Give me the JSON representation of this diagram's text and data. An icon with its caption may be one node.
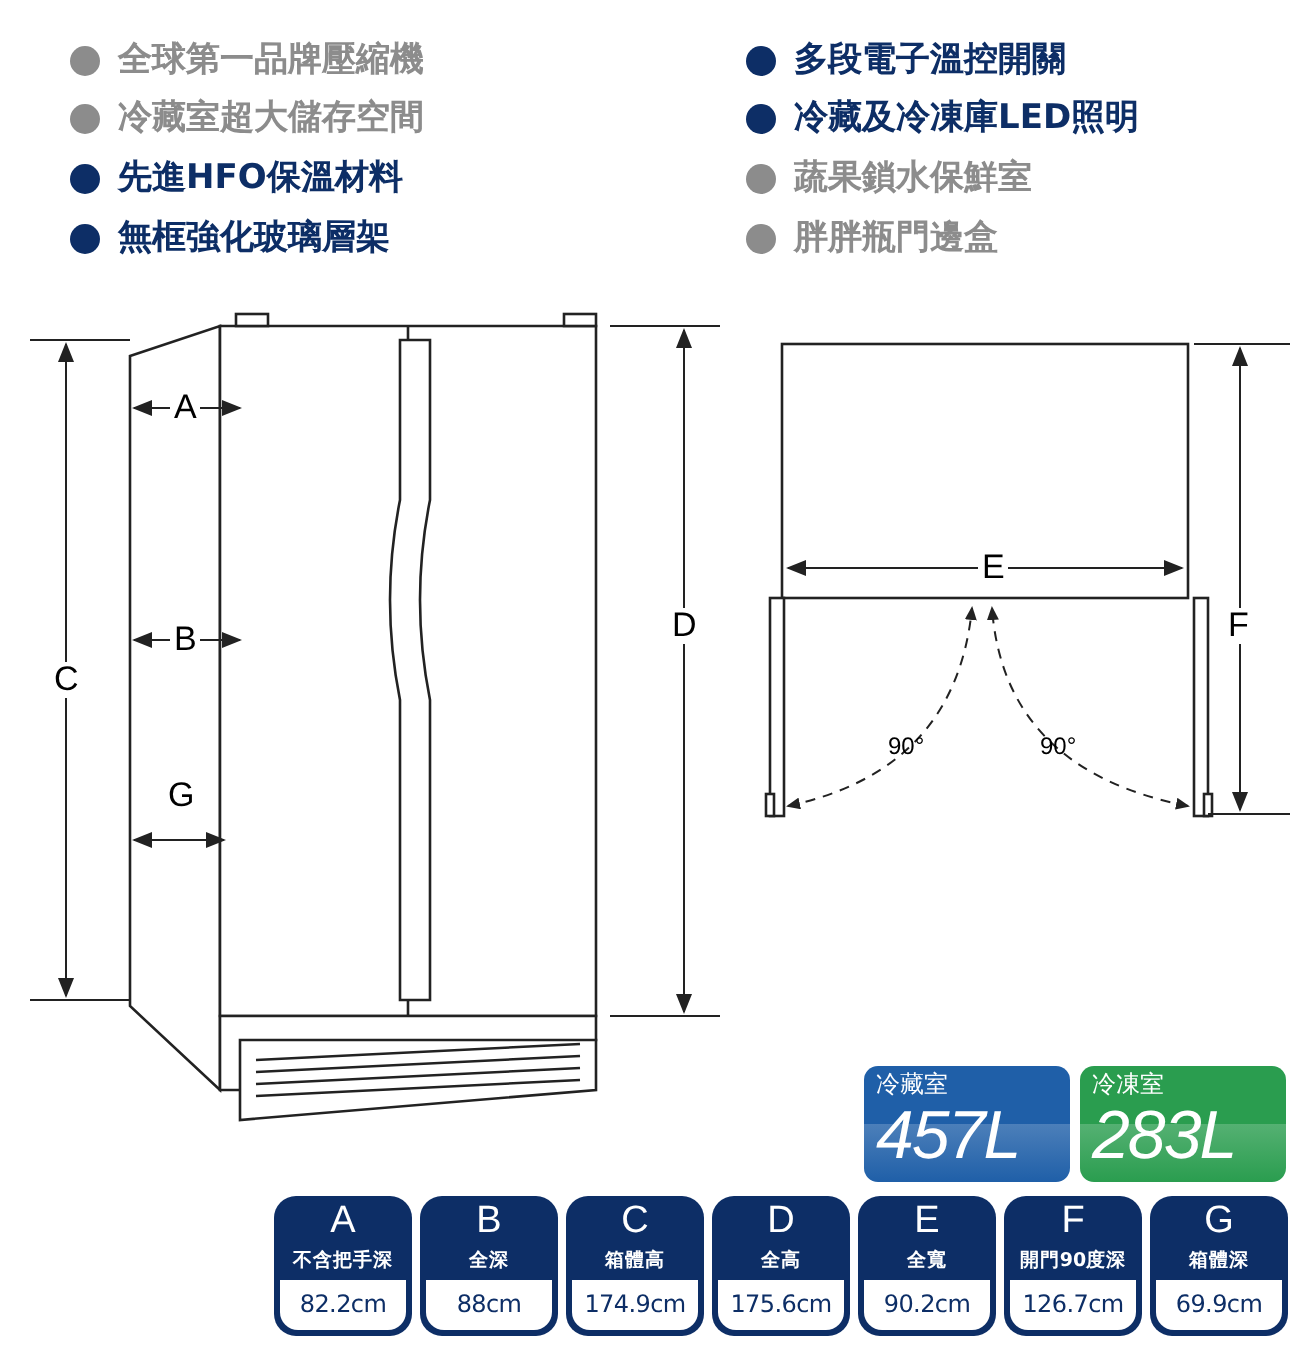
{
  "diagram": {
    "nodes": [
      {
        "text": [
          "冷藏室",
          "457L"
        ]
      },
      {
        "text": [
          "冷凍室",
          "283L"
        ]
      },
      {
        "text": [
          "A",
          "不含把手深",
          "82.2cm"
        ]
      },
      {
        "text": [
          "B",
          "全深",
          "88cm"
        ]
      },
      {
        "text": [
          "C",
          "箱體高",
          "174.9cm"
        ]
      },
      {
        "text": [
          "D",
          "全高",
          "175.6cm"
        ]
      },
      {
        "text": [
          "E",
          "全寬",
          "90.2cm"
        ]
      },
      {
        "text": [
          "F",
          "開門90度深",
          "126.7cm"
        ]
      },
      {
        "text": [
          "G",
          "箱體深",
          "69.9cm"
        ]
      }
    ],
    "edges": [],
    "labels": [
      "全球第一品牌壓縮機",
      "多段電子溫控開關",
      "冷藏室超大儲存空間",
      "冷藏及冷凍庫LED照明",
      "先進HFO保溫材料",
      "蔬果鎖水保鮮室",
      "無框強化玻璃層架",
      "胖胖瓶門邊盒",
      "A",
      "E",
      "B",
      "D",
      "F",
      "C",
      "90°",
      "90°",
      "G"
    ]
  }
}
